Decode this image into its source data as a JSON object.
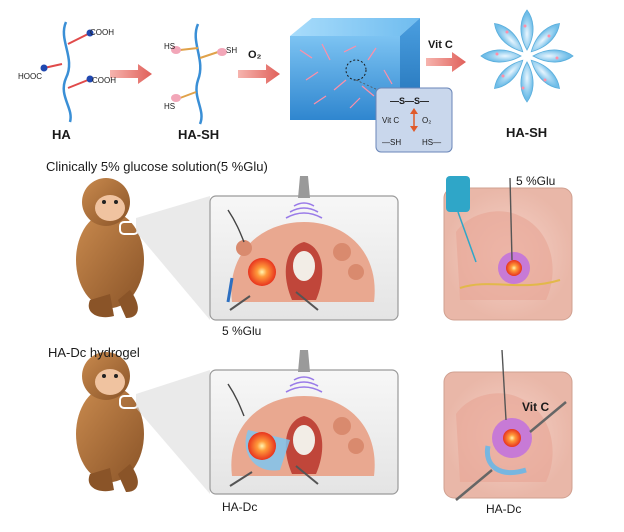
{
  "top_row": {
    "ha_label": "HA",
    "ha_sh_label": "HA-SH",
    "ha_sh_result_label": "HA-SH",
    "cooh_1": "COOH",
    "cooh_2": "COOH",
    "hooc": "HOOC",
    "sh_1": "HS",
    "sh_2": "SH",
    "sh_3": "HS",
    "o2_arrow": "O₂",
    "vitc_arrow": "Vit C",
    "inset": {
      "disulfide": "—S—S—",
      "vitc": "Vit C",
      "o2": "O₂",
      "thiol_left": "—SH",
      "thiol_right": "HS—"
    }
  },
  "row1": {
    "title": "Clinically 5% glucose solution(5 %Glu)",
    "injection_label": "5 %Glu",
    "drip_label": "5 %Glu"
  },
  "row2": {
    "title": "HA-Dc hydrogel",
    "injection_label": "HA-Dc",
    "syringe_label": "HA-Dc",
    "vitc_label": "Vit C"
  },
  "colors": {
    "arrow": "#e0605a",
    "hydrogel": "#4aa3e0",
    "tumor": "#f04a2a",
    "monkey": "#b0703c",
    "panel": "#f2f2f2"
  }
}
